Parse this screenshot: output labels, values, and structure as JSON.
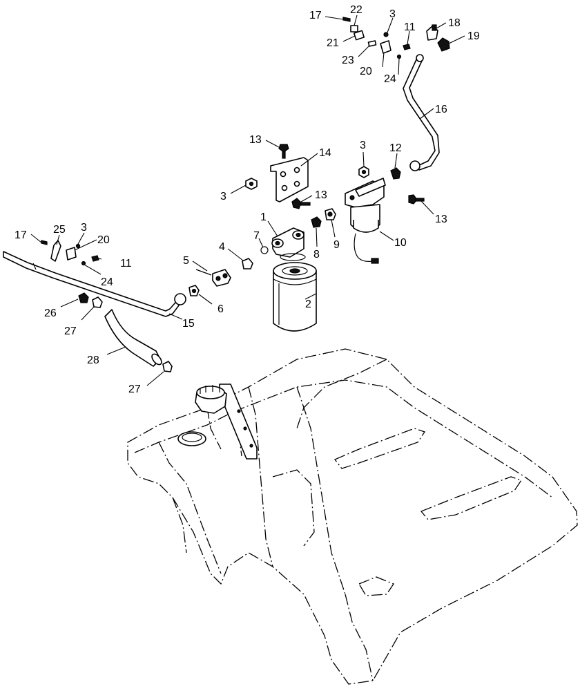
{
  "callouts": [
    {
      "id": "c17a",
      "text": "17"
    },
    {
      "id": "c22",
      "text": "22"
    },
    {
      "id": "c3a",
      "text": "3"
    },
    {
      "id": "c11a",
      "text": "11"
    },
    {
      "id": "c18",
      "text": "18"
    },
    {
      "id": "c21",
      "text": "21"
    },
    {
      "id": "c19",
      "text": "19"
    },
    {
      "id": "c23",
      "text": "23"
    },
    {
      "id": "c20a",
      "text": "20"
    },
    {
      "id": "c24a",
      "text": "24"
    },
    {
      "id": "c16",
      "text": "16"
    },
    {
      "id": "c13a",
      "text": "13"
    },
    {
      "id": "c14",
      "text": "14"
    },
    {
      "id": "c3b",
      "text": "3"
    },
    {
      "id": "c12",
      "text": "12"
    },
    {
      "id": "c3c",
      "text": "3"
    },
    {
      "id": "c13b",
      "text": "13"
    },
    {
      "id": "c13c",
      "text": "13"
    },
    {
      "id": "c1",
      "text": "1"
    },
    {
      "id": "c17b",
      "text": "17"
    },
    {
      "id": "c25",
      "text": "25"
    },
    {
      "id": "c3d",
      "text": "3"
    },
    {
      "id": "c20b",
      "text": "20"
    },
    {
      "id": "c7",
      "text": "7"
    },
    {
      "id": "c8",
      "text": "8"
    },
    {
      "id": "c9",
      "text": "9"
    },
    {
      "id": "c10",
      "text": "10"
    },
    {
      "id": "c4",
      "text": "4"
    },
    {
      "id": "c11b",
      "text": "11"
    },
    {
      "id": "c5",
      "text": "5"
    },
    {
      "id": "c24b",
      "text": "24"
    },
    {
      "id": "c2",
      "text": "2"
    },
    {
      "id": "c6",
      "text": "6"
    },
    {
      "id": "c26",
      "text": "26"
    },
    {
      "id": "c15",
      "text": "15"
    },
    {
      "id": "c27a",
      "text": "27"
    },
    {
      "id": "c28",
      "text": "28"
    },
    {
      "id": "c27b",
      "text": "27"
    }
  ]
}
